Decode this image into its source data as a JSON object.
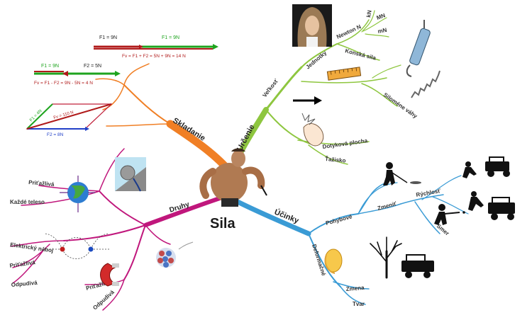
{
  "center": {
    "title": "Sila",
    "image": "muscleman-figure"
  },
  "branches": {
    "skladanie": {
      "title": "Skladanie",
      "color": "#f07f25",
      "vectors": {
        "row1": {
          "f1": "F1 = 9N",
          "f2": "F1 = 9N",
          "sum": "Fv = F1 + F2 = 5N + 9N = 14 N"
        },
        "row2": {
          "f1": "F1 = 9N",
          "f2": "F2 = 5N",
          "diff": "Fv = F1 - F2 = 9N - 5N = 4 N"
        },
        "parallelogram": {
          "f1": "F1 = 4N",
          "fv": "Fv = 110 N",
          "f2": "F2 = 8N"
        }
      }
    },
    "urcenie": {
      "title": "Určenie",
      "color": "#8ec63f",
      "items": {
        "velkost": "Veľkosť",
        "jednotky": "Jednotky",
        "newton": "Newton N",
        "kn": "kN",
        "mn_big": "MN",
        "mn_small": "mN",
        "konska": "Konská sila",
        "silomer": "Siloméne váhy",
        "dotykova": "Dotyková plocha",
        "tazisko": "Ťažisko"
      },
      "icons": [
        "newton-portrait-icon",
        "ruler-icon",
        "arrow-icon",
        "spring-scale-icon",
        "spring-icon",
        "finger-touch-icon"
      ]
    },
    "ucinky": {
      "title": "Účinky",
      "color": "#3a9bd5",
      "items": {
        "pohybove": "Pohybové",
        "zmenit": "Zmeniť",
        "rychlost": "Rýchlosť",
        "smer": "Smer",
        "deformacne": "Deformačné",
        "zmena": "Zmena",
        "tvar": "Tvar"
      },
      "icons": [
        "golfer-icon",
        "car-push-icon",
        "car-push-icon-2",
        "baseball-batter-icon",
        "tree-icon",
        "old-car-icon",
        "lemon-squeeze-icon"
      ]
    },
    "druhy": {
      "title": "Druhy",
      "color": "#c0177c",
      "items": {
        "pritaziva1": "Priťažlivá",
        "kazde": "Každé teleso",
        "elektricky": "Elektrický náboj",
        "pritaziva2": "Priťažlivá",
        "odpudiva1": "Odpudivá",
        "pritaziva3": "Priťažlivá",
        "odpudiva2": "Odpudivá"
      },
      "icons": [
        "earth-globe-icon",
        "sisyphus-icon",
        "electric-field-icon",
        "magnet-icon",
        "atom-icon"
      ]
    }
  }
}
